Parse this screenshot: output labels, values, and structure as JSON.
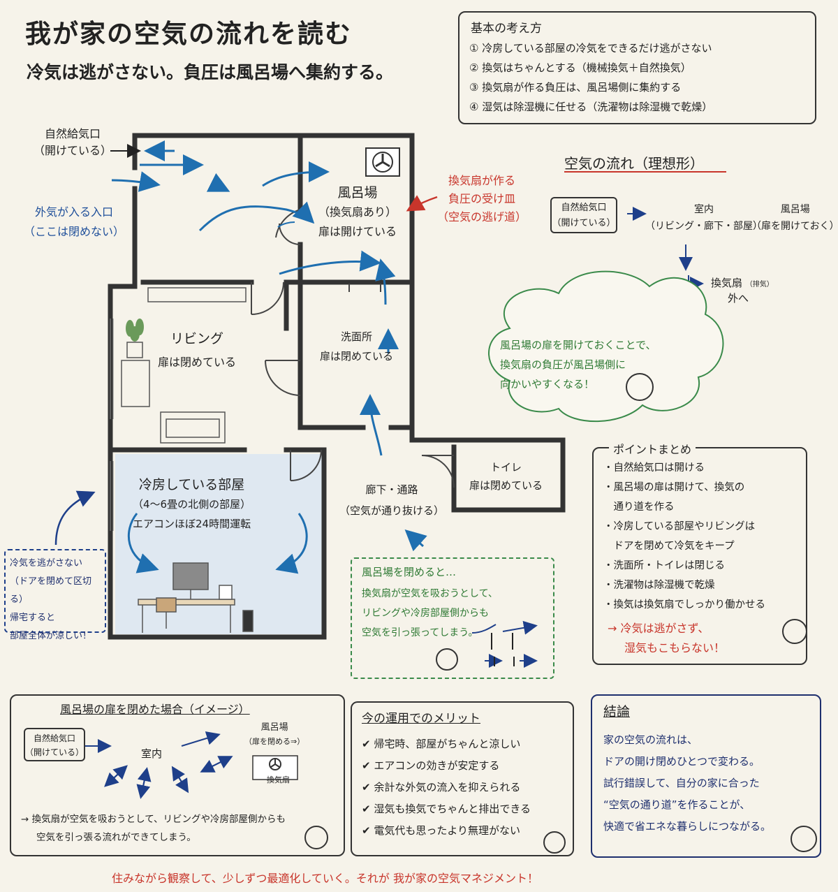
{
  "header": {
    "title": "我が家の空気の流れを読む",
    "subtitle": "冷気は逃がさない。負圧は風呂場へ集約する。"
  },
  "principles": {
    "heading": "基本の考え方",
    "items": [
      "① 冷房している部屋の冷気をできるだけ逃がさない",
      "② 換気はちゃんとする（機械換気＋自然換気）",
      "③ 換気扇が作る負圧は、風呂場側に集約する",
      "④ 湿気は除湿機に任せる（洗濯物は除湿機で乾燥）"
    ]
  },
  "floorplan": {
    "intake_label": [
      "自然給気口",
      "（開けている）"
    ],
    "entry_note": [
      "外気が入る入口",
      "（ここは閉めない）"
    ],
    "bathroom": [
      "風呂場",
      "（換気扇あり）",
      "扉は開けている"
    ],
    "fan_note": [
      "換気扇が作る",
      "負圧の受け皿",
      "（空気の逃げ道）"
    ],
    "living": [
      "リビング",
      "扉は閉めている"
    ],
    "washroom": [
      "洗面所",
      "扉は閉めている"
    ],
    "toilet": [
      "トイレ",
      "扉は閉めている"
    ],
    "hallway": [
      "廊下・通路",
      "（空気が通り抜ける）"
    ],
    "cooled_room": [
      "冷房している部屋",
      "（4〜6畳の北側の部屋）",
      "エアコンほぼ24時間運転"
    ],
    "keep_cool_note": [
      "冷気を逃がさない",
      "（ドアを閉めて区切る）",
      "帰宅すると",
      "部屋全体が涼しい！"
    ]
  },
  "ideal_flow": {
    "heading": "空気の流れ（理想形）",
    "intake": [
      "自然給気口",
      "（開けている）"
    ],
    "indoor": [
      "室内",
      "（リビング・廊下・部屋）"
    ],
    "bath": [
      "風呂場",
      "（扉を開けておく）"
    ],
    "fan": "換気扇",
    "fan_small": "（排気）",
    "outside": "外へ"
  },
  "cloud_note": [
    "風呂場の扉を開けておくことで、",
    "換気扇の負圧が風呂場側に",
    "向かいやすくなる！"
  ],
  "closed_note": {
    "heading": "風呂場を閉めると…",
    "lines": [
      "換気扇が空気を吸おうとして、",
      "リビングや冷房部屋側からも",
      "空気を引っ張ってしまう。"
    ]
  },
  "points": {
    "heading": "ポイントまとめ",
    "items": [
      "・自然給気口は開ける",
      "・風呂場の扉は開けて、換気の",
      "　通り道を作る",
      "・冷房している部屋やリビングは",
      "　ドアを閉めて冷気をキープ",
      "・洗面所・トイレは閉じる",
      "・洗濯物は除湿機で乾燥",
      "・換気は換気扇でしっかり働かせる"
    ],
    "conclusion": [
      "→ 冷気は逃がさず、",
      "湿気もこもらない！"
    ]
  },
  "closed_case": {
    "heading": "風呂場の扉を閉めた場合（イメージ）",
    "intake": [
      "自然給気口",
      "（開けている）"
    ],
    "indoor": "室内",
    "bath": [
      "風呂場",
      "（扉を閉める⇒）"
    ],
    "fan": "換気扇",
    "note": [
      "→ 換気扇が空気を吸おうとして、リビングや冷房部屋側からも",
      "空気を引っ張る流れができてしまう。"
    ]
  },
  "merits": {
    "heading": "今の運用でのメリット",
    "items": [
      "✔ 帰宅時、部屋がちゃんと涼しい",
      "✔ エアコンの効きが安定する",
      "✔ 余計な外気の流入を抑えられる",
      "✔ 湿気も換気でちゃんと排出できる",
      "✔ 電気代も思ったより無理がない"
    ]
  },
  "conclusion": {
    "heading": "結論",
    "lines": [
      "家の空気の流れは、",
      "ドアの開け閉めひとつで変わる。",
      "試行錯誤して、自分の家に合った",
      "“空気の通り道”を作ることが、",
      "快適で省エネな暮らしにつながる。"
    ]
  },
  "footer": "住みながら観察して、少しずつ最適化していく。それが 我が家の空気マネジメント！",
  "colors": {
    "blue": "#1f4f9a",
    "red": "#c8352b",
    "green": "#2f7a34",
    "cooled_room_fill": "#dfe8f1"
  }
}
